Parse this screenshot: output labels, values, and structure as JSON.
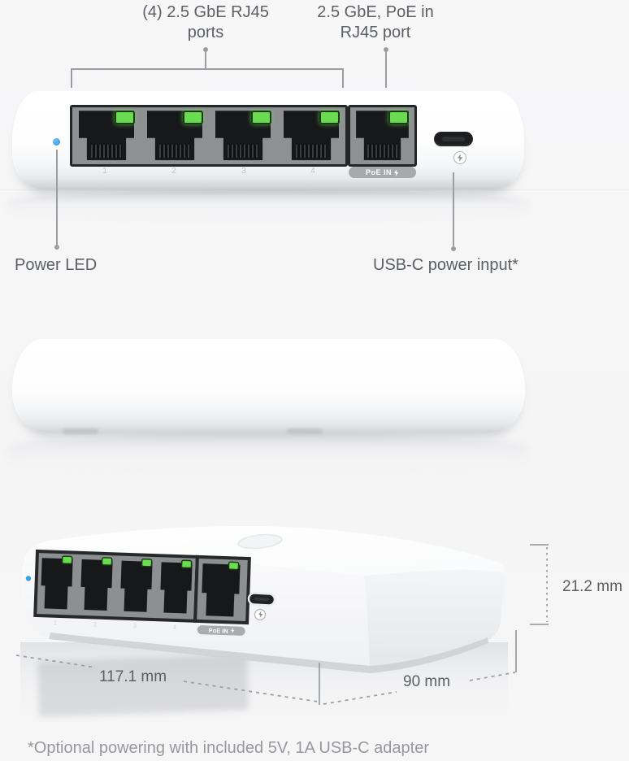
{
  "callouts": {
    "ports": {
      "line1": "(4) 2.5 GbE RJ45",
      "line2": "ports"
    },
    "poe": {
      "line1": "2.5 GbE, PoE in",
      "line2": "RJ45 port"
    },
    "power_led": "Power LED",
    "usb_c": "USB-C power input*"
  },
  "dimensions": {
    "height": "21.2 mm",
    "length": "117.1 mm",
    "depth": "90 mm"
  },
  "device": {
    "port_numbers": [
      "1",
      "2",
      "3",
      "4"
    ],
    "poe_badge": "PoE IN",
    "colors": {
      "power_led": "#3f9fe0",
      "link_led": "#6bdb51",
      "port_shield": "#8e9092",
      "label_text": "#5c5f63"
    }
  },
  "footnote": "*Optional powering with included 5V, 1A USB-C adapter"
}
